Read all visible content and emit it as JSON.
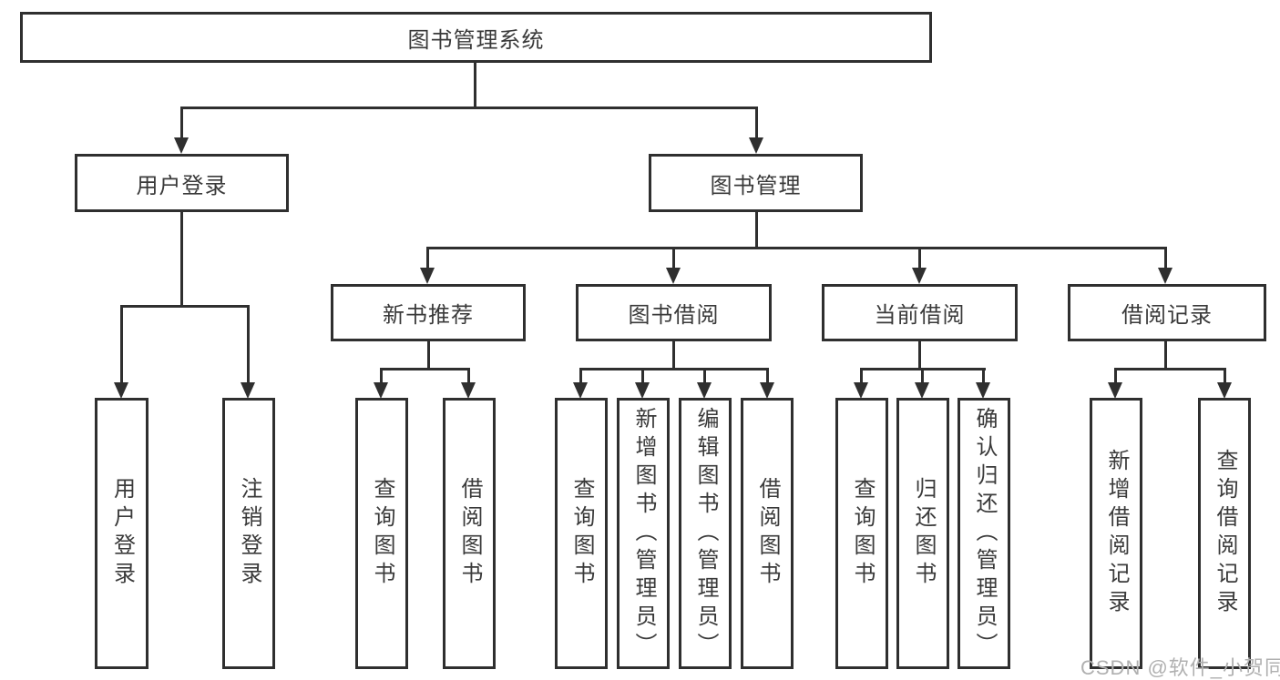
{
  "nodes": {
    "root": "图书管理系统",
    "login": "用户登录",
    "management": "图书管理",
    "login_children": [
      "用户登录",
      "注销登录"
    ],
    "management_children": [
      "新书推荐",
      "图书借阅",
      "当前借阅",
      "借阅记录"
    ],
    "recommend_children": [
      "查询图书",
      "借阅图书"
    ],
    "borrow_children": [
      "查询图书",
      "新增图书（管理员）",
      "编辑图书（管理员）",
      "借阅图书"
    ],
    "current_children": [
      "查询图书",
      "归还图书",
      "确认归还（管理员）"
    ],
    "record_children": [
      "新增借阅记录",
      "查询借阅记录"
    ]
  },
  "watermark": "CSDN @软件_小贺同学",
  "colors": {
    "line": "#2f2f2f",
    "text": "#3a3a3a",
    "watermark": "#b0b0b0",
    "background": "#ffffff"
  }
}
